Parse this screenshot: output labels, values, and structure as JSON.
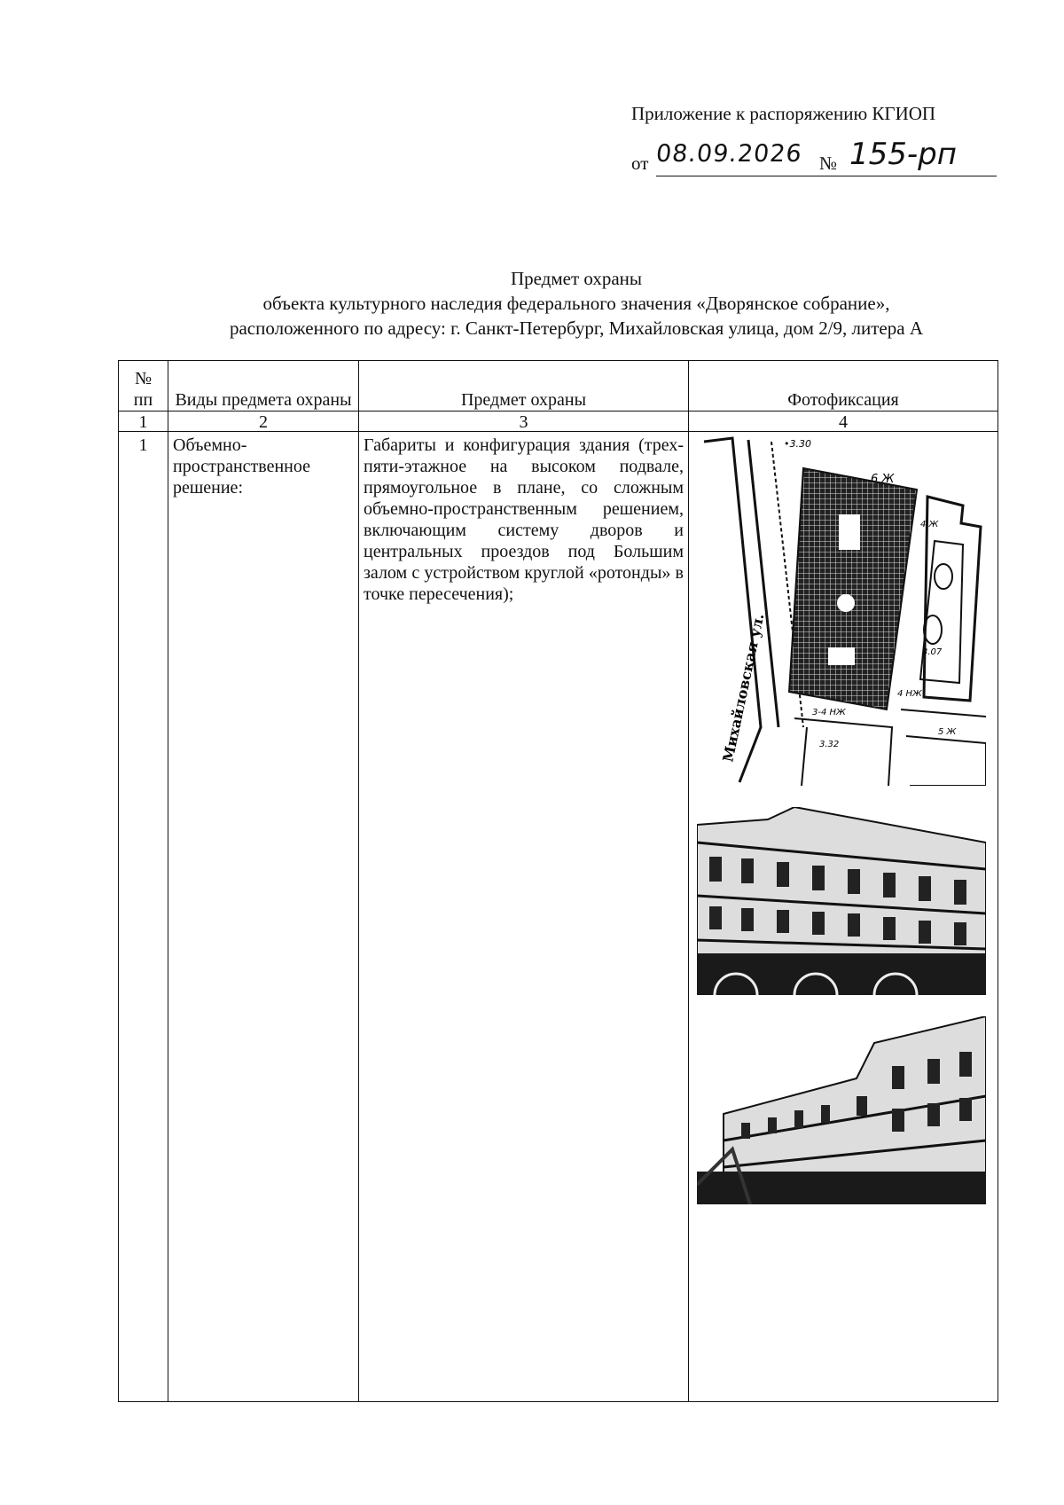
{
  "header": {
    "appendix_line": "Приложение к распоряжению КГИОП",
    "decree_prefix": "от",
    "decree_date": "08.09.2026",
    "decree_no_label": "№",
    "decree_number": "155-рп"
  },
  "title": {
    "line1": "Предмет охраны",
    "line2": "объекта культурного наследия федерального значения «Дворянское собрание»,",
    "line3": "расположенного по адресу: г. Санкт-Петербург, Михайловская улица, дом 2/9, литера А"
  },
  "table": {
    "headers": {
      "num": "№ пп",
      "type": "Виды предмета охраны",
      "subject": "Предмет охраны",
      "photo": "Фотофиксация"
    },
    "col_numbers": [
      "1",
      "2",
      "3",
      "4"
    ],
    "rows": [
      {
        "num": "1",
        "type": "Объемно-пространственное решение:",
        "subject": "Габариты и конфигурация здания (трех-пяти-этажное на высоком подвале, прямоугольное в плане, со сложным объемно-пространственным решением, включающим систему дворов и центральных проездов под Большим залом с устройством круглой «ротонды» в точке пересечения);"
      }
    ],
    "map_labels": {
      "street": "Михайловская ул.",
      "marks": [
        "•3.30",
        "6 Ж",
        "4 Ж",
        "3.07",
        "4 НЖ",
        "5 Ж",
        "3-4 НЖ",
        "3.32"
      ]
    }
  }
}
